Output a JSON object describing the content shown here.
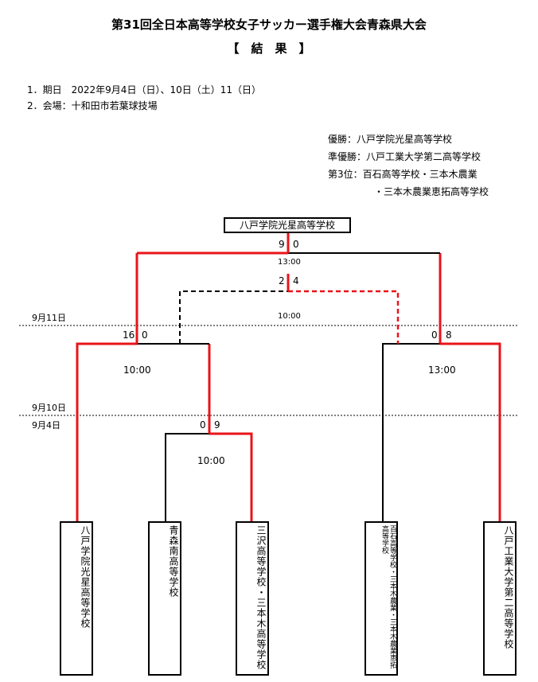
{
  "header": {
    "title": "第31回全日本高等学校女子サッカー選手権大会青森県大会",
    "subtitle": "【　結　果　】"
  },
  "info": {
    "line1": "1．期日　2022年9月4日（日）、10日（土）11（日）",
    "line2": "2．会場：十和田市若葉球技場"
  },
  "results": {
    "champion": "優勝：八戸学院光星高等学校",
    "runner_up": "準優勝：八戸工業大学第二高等学校",
    "third": "第3位：百石高等学校・三本木農業",
    "third_cont": "・三本木農業恵拓高等学校"
  },
  "bracket": {
    "winner": "八戸学院光星高等学校",
    "teams": [
      "八戸学院光星高等学校",
      "青森南高等学校",
      "三沢高等学校・三本木高等学校",
      "百石高等学校・三本木農業・三本木農業恵拓高等学校",
      "八戸工業大学第二高等学校"
    ],
    "dates": {
      "d11": "9月11日",
      "d10": "9月10日",
      "d4": "9月4日"
    },
    "scores": {
      "final_left": "9",
      "final_right": "0",
      "third_left": "2",
      "third_right": "4",
      "sf_left_left": "16",
      "sf_left_right": "0",
      "sf_right_left": "0",
      "sf_right_right": "8",
      "r1_left": "0",
      "r1_right": "9"
    },
    "times": {
      "final": "13:00",
      "third": "10:00",
      "sf_left": "10:00",
      "sf_right": "13:00",
      "r1": "10:00"
    },
    "colors": {
      "winner_line": "#e8141a",
      "normal_line": "#000000"
    }
  }
}
